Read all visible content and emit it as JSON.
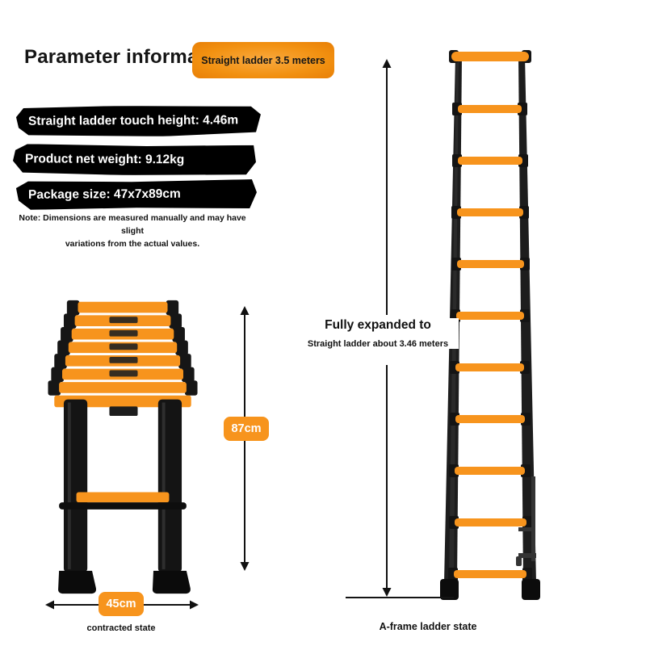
{
  "header": {
    "title": "Parameter information",
    "badge_label": "Straight ladder 3.5 meters"
  },
  "specs": [
    "Straight ladder touch height: 4.46m",
    "Product net weight: 9.12kg",
    "Package size: 47x7x89cm"
  ],
  "note": {
    "line1": "Note: Dimensions are measured manually and may have slight",
    "line2": "variations from the actual values."
  },
  "contracted": {
    "height_badge": "87cm",
    "width_badge": "45cm",
    "caption": "contracted state"
  },
  "expanded": {
    "label_line1": "Fully expanded to",
    "label_line2": "Straight ladder about 3.46 meters",
    "caption": "A-frame ladder state"
  },
  "colors": {
    "accent_orange": "#f7941d",
    "banner_black": "#000000",
    "text_black": "#111111",
    "ladder_dark": "#1d1d1d"
  }
}
